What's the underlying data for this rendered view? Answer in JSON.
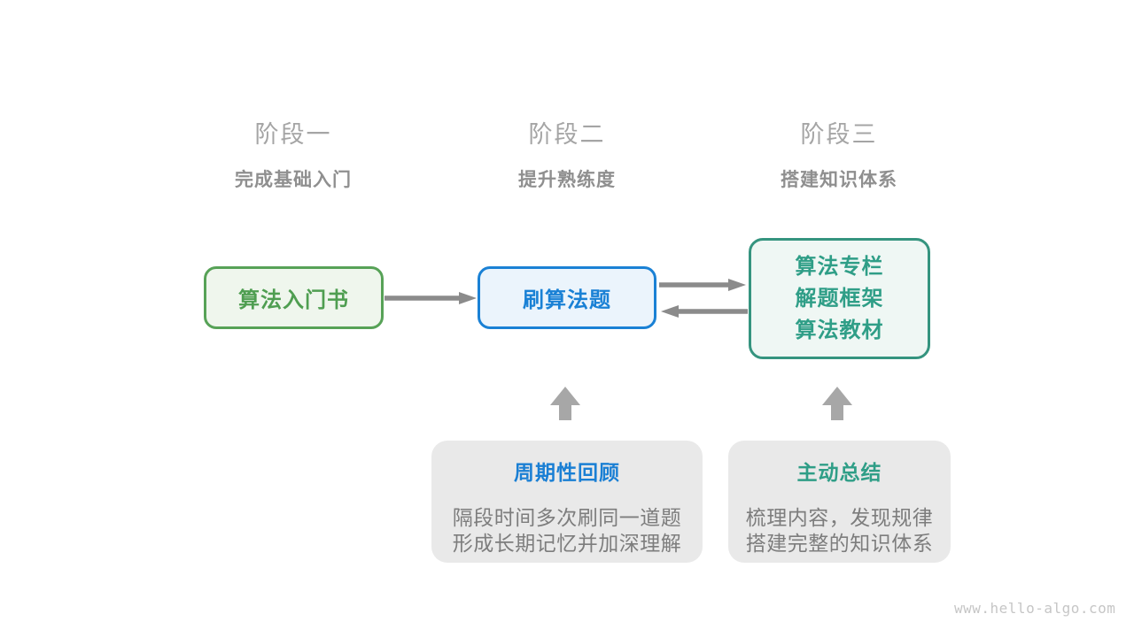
{
  "page": {
    "watermark": "www.hello-algo.com",
    "background_color": "#ffffff"
  },
  "stages": [
    {
      "label": "阶段一",
      "subtitle": "完成基础入门"
    },
    {
      "label": "阶段二",
      "subtitle": "提升熟练度"
    },
    {
      "label": "阶段三",
      "subtitle": "搭建知识体系"
    }
  ],
  "nodes": {
    "intro_book": {
      "label": "算法入门书",
      "border_color": "#57a257",
      "background_color": "#eff6ed",
      "text_color": "#4f9e51"
    },
    "practice_problems": {
      "label": "刷算法题",
      "border_color": "#1a81d5",
      "background_color": "#ebf4fc",
      "text_color": "#1a81d5"
    },
    "knowledge_sources": {
      "lines": [
        "算法专栏",
        "解题框架",
        "算法教材"
      ],
      "border_color": "#35947f",
      "background_color": "#eff7f4",
      "text_color": "#2f9e87"
    }
  },
  "callouts": {
    "periodic_review": {
      "title": "周期性回顾",
      "title_color": "#1a7fd4",
      "lines": [
        "隔段时间多次刷同一道题",
        "形成长期记忆并加深理解"
      ]
    },
    "active_summary": {
      "title": "主动总结",
      "title_color": "#2f9e87",
      "lines": [
        "梳理内容，发现规律",
        "搭建完整的知识体系"
      ]
    }
  },
  "connectors": {
    "flow_arrow_color": "#8b8b8b",
    "block_arrow_color": "#a7a7a7"
  },
  "text_colors": {
    "stage_label": "#a5a5a5",
    "stage_subtitle": "#8f8f8f",
    "callout_body": "#7d7d7d",
    "callout_background": "#e9e9e9",
    "watermark": "#c6c6c6"
  }
}
